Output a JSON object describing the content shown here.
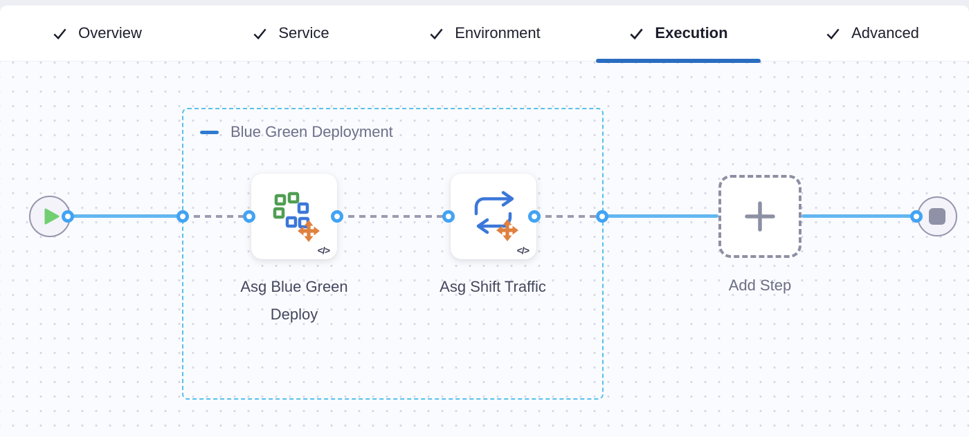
{
  "header": {
    "tabs": [
      {
        "label": "Overview",
        "checked": true,
        "active": false
      },
      {
        "label": "Service",
        "checked": true,
        "active": false
      },
      {
        "label": "Environment",
        "checked": true,
        "active": false
      },
      {
        "label": "Execution",
        "checked": true,
        "active": true
      },
      {
        "label": "Advanced",
        "checked": true,
        "active": false
      }
    ]
  },
  "pipeline": {
    "group": {
      "label": "Blue Green Deployment",
      "collapse_icon": "minus-icon",
      "collapsed": false
    },
    "steps": [
      {
        "label": "Asg Blue Green Deploy",
        "icon": "asg-blue-green-deploy-icon"
      },
      {
        "label": "Asg Shift Traffic",
        "icon": "asg-shift-traffic-icon"
      }
    ],
    "add_step": {
      "label": "Add Step",
      "icon": "plus-icon"
    },
    "start_node": {
      "icon": "play-icon"
    },
    "end_node": {
      "icon": "stop-icon"
    }
  },
  "icons": {
    "code_glyph": "</>"
  },
  "colors": {
    "accent_blue": "#2a6dc0",
    "collapse_blue": "#2f7bd2",
    "connector_blue": "#62b7f1",
    "port_ring_blue": "#42a3f3",
    "group_border_cyan": "#58c0e9",
    "dashed_gray": "#9b9cb2",
    "icon_green": "#4f9e52",
    "icon_blue": "#3b77d9",
    "icon_orange": "#e0813f",
    "play_green": "#72cf71",
    "node_gray": "#8f91a7",
    "tab_text": "#1d1e2c",
    "canvas_bg": "#fafbfe"
  }
}
